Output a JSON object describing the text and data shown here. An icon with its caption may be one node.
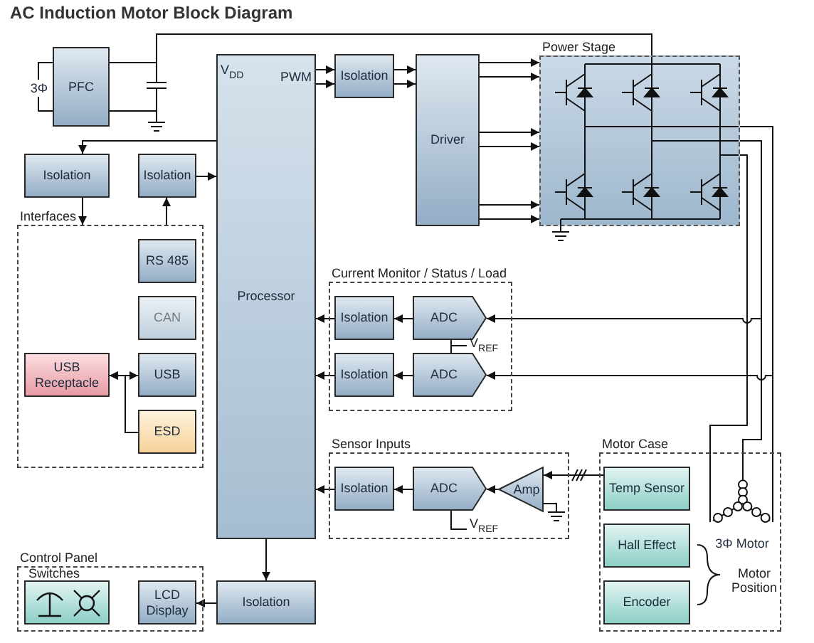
{
  "diagram": {
    "title": "AC Induction Motor Block Diagram",
    "nodes": [
      {
        "text": [
          "3Φ"
        ]
      },
      {
        "text": [
          "PFC"
        ]
      },
      {
        "text": [
          "V$_{DD}$",
          "PWM",
          "Processor"
        ]
      },
      {
        "text": [
          "Isolation"
        ]
      },
      {
        "text": [
          "Driver"
        ]
      },
      {
        "text": [
          "Power Stage"
        ]
      },
      {
        "text": [
          "Isolation"
        ]
      },
      {
        "text": [
          "Isolation"
        ]
      },
      {
        "text": [
          "Interfaces"
        ]
      },
      {
        "text": [
          "RS 485"
        ],
        "in": 8
      },
      {
        "text": [
          "CAN"
        ],
        "in": 8
      },
      {
        "text": [
          "USB Receptacle"
        ],
        "in": 8
      },
      {
        "text": [
          "USB"
        ],
        "in": 8
      },
      {
        "text": [
          "ESD"
        ],
        "in": 8
      },
      {
        "text": [
          "Current Monitor / Status / Load"
        ]
      },
      {
        "text": [
          "Isolation"
        ],
        "in": 14
      },
      {
        "text": [
          "ADC"
        ],
        "in": 14
      },
      {
        "text": [
          "Isolation"
        ],
        "in": 14
      },
      {
        "text": [
          "ADC"
        ],
        "in": 14
      },
      {
        "text": [
          "Sensor Inputs"
        ]
      },
      {
        "text": [
          "Isolation"
        ],
        "in": 19
      },
      {
        "text": [
          "ADC"
        ],
        "in": 19
      },
      {
        "text": [
          "Amp"
        ],
        "in": 19
      },
      {
        "text": [
          "Motor Case"
        ]
      },
      {
        "text": [
          "Temp Sensor"
        ],
        "in": 23
      },
      {
        "text": [
          "Hall Effect"
        ],
        "in": 23
      },
      {
        "text": [
          "Encoder"
        ],
        "in": 23
      },
      {
        "text": [
          "3Φ Motor"
        ],
        "in": 23
      },
      {
        "text": [
          "Control Panel"
        ]
      },
      {
        "text": [
          "Switches"
        ],
        "in": 28
      },
      {
        "text": [
          "LCD Display"
        ],
        "in": 28
      },
      {
        "text": [
          "Isolation"
        ]
      }
    ],
    "edges": [
      {
        "from": 0,
        "to": 1,
        "arrow": "none"
      },
      {
        "from": 1,
        "to": 5,
        "arrow": "none"
      },
      {
        "from": 2,
        "to": 3,
        "arrow": "to"
      },
      {
        "from": 2,
        "to": 3,
        "arrow": "to"
      },
      {
        "from": 3,
        "to": 4,
        "arrow": "to"
      },
      {
        "from": 3,
        "to": 4,
        "arrow": "to"
      },
      {
        "from": 4,
        "to": 5,
        "arrow": "to"
      },
      {
        "from": 4,
        "to": 5,
        "arrow": "to"
      },
      {
        "from": 4,
        "to": 5,
        "arrow": "to"
      },
      {
        "from": 4,
        "to": 5,
        "arrow": "to"
      },
      {
        "from": 4,
        "to": 5,
        "arrow": "to"
      },
      {
        "from": 4,
        "to": 5,
        "arrow": "to"
      },
      {
        "from": 2,
        "to": 6,
        "arrow": "to"
      },
      {
        "from": 6,
        "to": 8,
        "arrow": "to"
      },
      {
        "from": 8,
        "to": 7,
        "arrow": "to"
      },
      {
        "from": 7,
        "to": 2,
        "arrow": "to"
      },
      {
        "from": 11,
        "to": 12,
        "arrow": "both"
      },
      {
        "from": 13,
        "to": 11,
        "arrow": "to"
      },
      {
        "from": null,
        "to": 16,
        "arrow": "to"
      },
      {
        "from": 16,
        "to": 15,
        "arrow": "to"
      },
      {
        "from": 15,
        "to": 2,
        "arrow": "to"
      },
      {
        "from": null,
        "to": 18,
        "arrow": "to"
      },
      {
        "from": 18,
        "to": 17,
        "arrow": "to"
      },
      {
        "from": 17,
        "to": 2,
        "arrow": "to"
      },
      {
        "from": 24,
        "to": 22,
        "arrow": "to"
      },
      {
        "from": 22,
        "to": 21,
        "arrow": "to"
      },
      {
        "from": 21,
        "to": 20,
        "arrow": "to"
      },
      {
        "from": 20,
        "to": 2,
        "arrow": "to"
      },
      {
        "from": 5,
        "to": 27,
        "arrow": "none"
      },
      {
        "from": 5,
        "to": 27,
        "arrow": "none"
      },
      {
        "from": 5,
        "to": 27,
        "arrow": "none"
      },
      {
        "from": 2,
        "to": 31,
        "arrow": "to"
      },
      {
        "from": 31,
        "to": 30,
        "arrow": "to"
      },
      {
        "from": 16,
        "to": 18,
        "arrow": "none"
      }
    ],
    "labels": [
      "V$_{REF}$",
      "V$_{REF}$",
      "Motor Position"
    ]
  }
}
